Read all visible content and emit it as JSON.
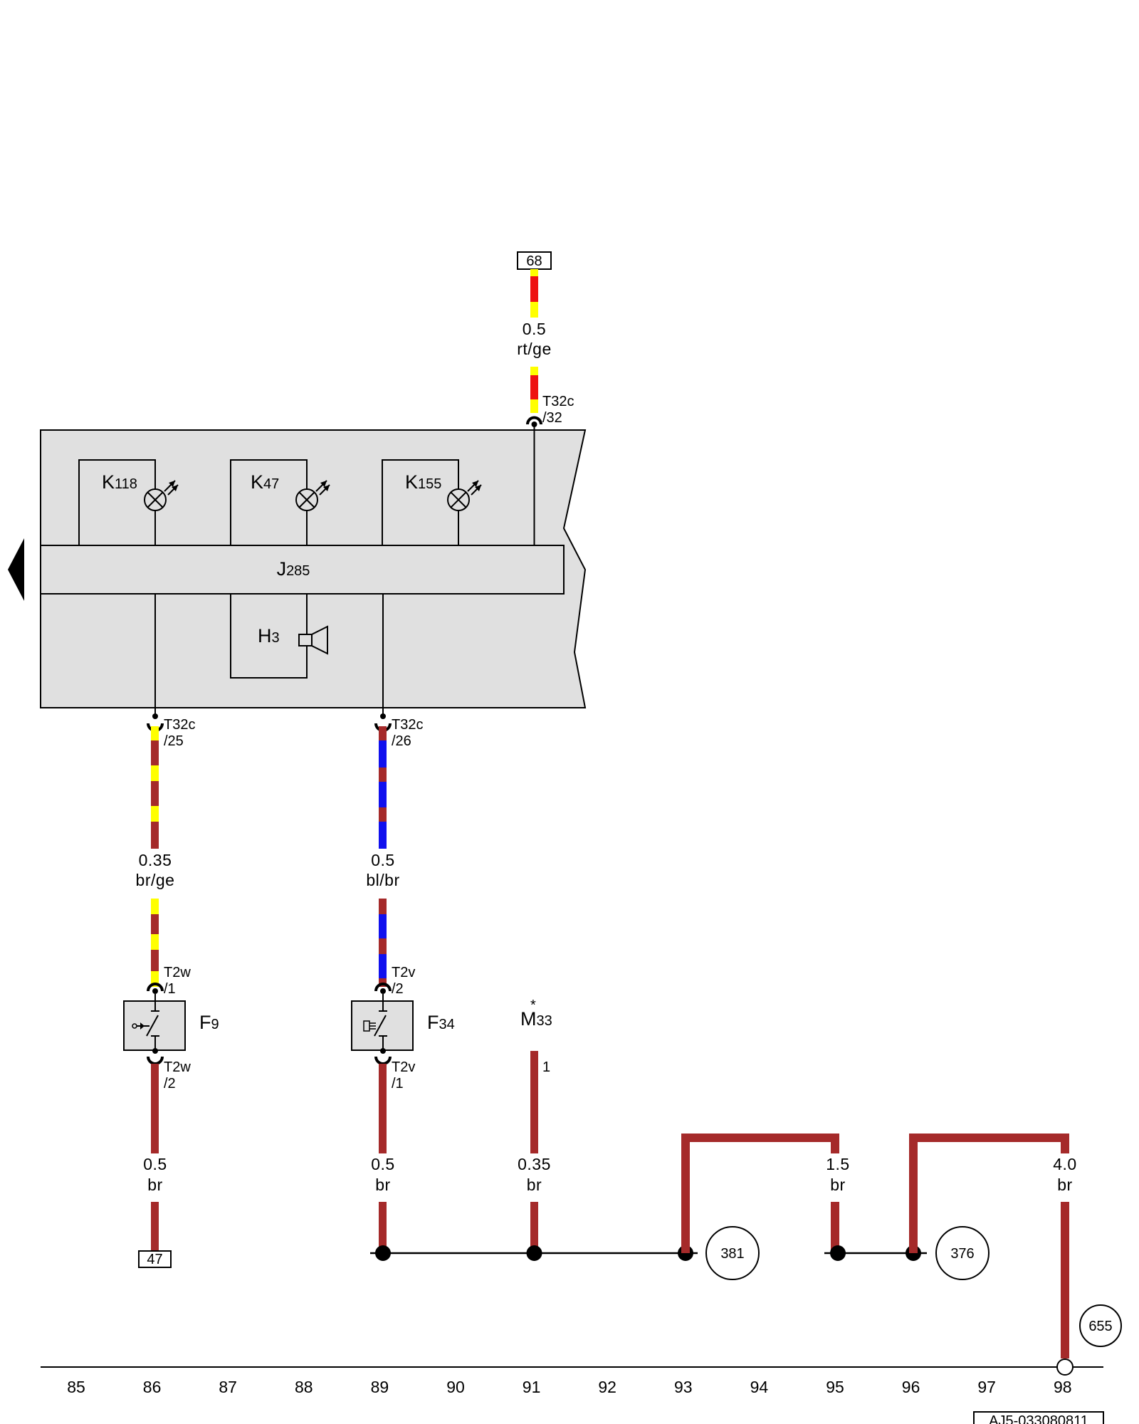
{
  "diagram_id": "AJ5-033080811",
  "refs": {
    "top": "68",
    "bottom_left": "47"
  },
  "components": {
    "K118": {
      "letter": "K",
      "num": "118"
    },
    "K47": {
      "letter": "K",
      "num": "47"
    },
    "K155": {
      "letter": "K",
      "num": "155"
    },
    "J285": {
      "letter": "J",
      "num": "285"
    },
    "H3": {
      "letter": "H",
      "num": "3"
    },
    "F9": {
      "letter": "F",
      "num": "9"
    },
    "F34": {
      "letter": "F",
      "num": "34"
    },
    "M33": {
      "letter": "M",
      "num": "33",
      "star": "*",
      "pin": "1"
    }
  },
  "wires": {
    "top": {
      "size": "0.5",
      "color": "rt/ge"
    },
    "w86a": {
      "size": "0.35",
      "color": "br/ge"
    },
    "w89a": {
      "size": "0.5",
      "color": "bl/br"
    },
    "w86b": {
      "size": "0.5",
      "color": "br"
    },
    "w89b": {
      "size": "0.5",
      "color": "br"
    },
    "w91": {
      "size": "0.35",
      "color": "br"
    },
    "w95": {
      "size": "1.5",
      "color": "br"
    },
    "w98": {
      "size": "4.0",
      "color": "br"
    }
  },
  "connectors": {
    "t32c_32": {
      "name": "T32c",
      "pin": "/32"
    },
    "t32c_25": {
      "name": "T32c",
      "pin": "/25"
    },
    "t32c_26": {
      "name": "T32c",
      "pin": "/26"
    },
    "t2w_1": {
      "name": "T2w",
      "pin": "/1"
    },
    "t2w_2": {
      "name": "T2w",
      "pin": "/2"
    },
    "t2v_2": {
      "name": "T2v",
      "pin": "/2"
    },
    "t2v_1": {
      "name": "T2v",
      "pin": "/1"
    }
  },
  "grounds": {
    "g381": "381",
    "g376": "376",
    "g655": "655"
  },
  "columns": [
    "85",
    "86",
    "87",
    "88",
    "89",
    "90",
    "91",
    "92",
    "93",
    "94",
    "95",
    "96",
    "97",
    "98"
  ],
  "colors": {
    "brown": "#a52a2a",
    "red": "#ee1111",
    "yellow": "#ffff00",
    "blue": "#1010ee",
    "panel": "#e0e0e0"
  }
}
